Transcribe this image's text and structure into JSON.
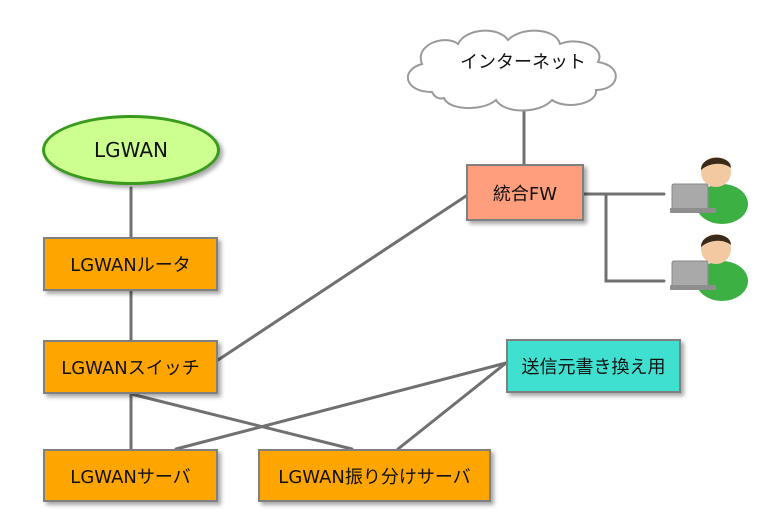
{
  "nodes": {
    "lgwan": "LGWAN",
    "lgwan_router": "LGWANルータ",
    "lgwan_switch": "LGWANスイッチ",
    "lgwan_server": "LGWANサーバ",
    "lgwan_split_server": "LGWAN振り分けサーバ",
    "internet": "インターネット",
    "unified_fw": "統合FW",
    "source_rewrite": "送信元書き換え用"
  },
  "colors": {
    "lgwan_fill": "#ccff8f",
    "lgwan_border": "#3a9a1e",
    "orange_box": "#ffa500",
    "fw_box": "#ff9e7c",
    "rewrite_box": "#40e0d0",
    "connector": "#707070"
  },
  "icons": [
    "cloud-icon",
    "user-laptop-icon",
    "user-laptop-icon"
  ]
}
